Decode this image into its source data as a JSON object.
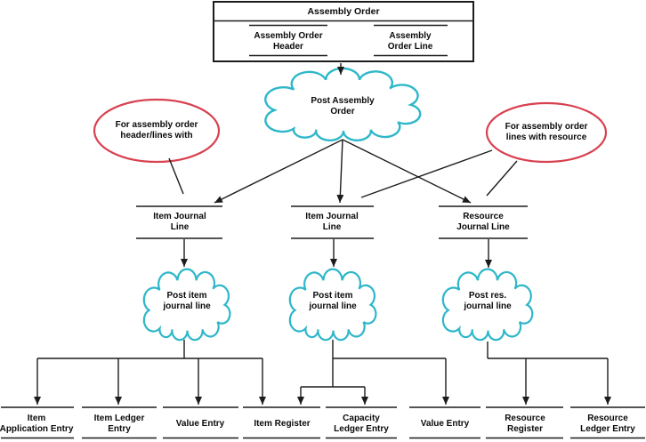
{
  "colors": {
    "cloud_stroke": "#2eb7c9",
    "callout_stroke": "#d8414f",
    "line_color": "#1c1c1c",
    "text_color": "#0a0a0a",
    "background": "#ffffff"
  },
  "top_box": {
    "title": "Assembly Order",
    "header_table": {
      "lines": [
        "Assembly Order",
        "Header"
      ]
    },
    "line_table": {
      "lines": [
        "Assembly",
        "Order Line"
      ]
    }
  },
  "clouds": {
    "main": {
      "lines": [
        "Post Assembly",
        "Order"
      ]
    },
    "item1": {
      "lines": [
        "Post item",
        "journal line"
      ]
    },
    "item2": {
      "lines": [
        "Post item",
        "journal line"
      ]
    },
    "resource": {
      "lines": [
        "Post res.",
        "journal line"
      ]
    }
  },
  "callouts": {
    "left": {
      "lines": [
        "For assembly order",
        "header/lines with"
      ]
    },
    "right": {
      "lines": [
        "For assembly order",
        "lines with resource"
      ]
    }
  },
  "journal_tables": [
    {
      "lines": [
        "Item Journal",
        "Line"
      ]
    },
    {
      "lines": [
        "Item Journal",
        "Line"
      ]
    },
    {
      "lines": [
        "Resource",
        "Journal Line"
      ]
    }
  ],
  "ledger_tables": [
    {
      "lines": [
        "Item",
        "Application Entry"
      ]
    },
    {
      "lines": [
        "Item Ledger",
        "Entry"
      ]
    },
    {
      "lines": [
        "Value Entry"
      ]
    },
    {
      "lines": [
        "Item Register"
      ]
    },
    {
      "lines": [
        "Capacity",
        "Ledger Entry"
      ]
    },
    {
      "lines": [
        "Value Entry"
      ]
    },
    {
      "lines": [
        "Resource",
        "Register"
      ]
    },
    {
      "lines": [
        "Resource",
        "Ledger Entry"
      ]
    }
  ]
}
